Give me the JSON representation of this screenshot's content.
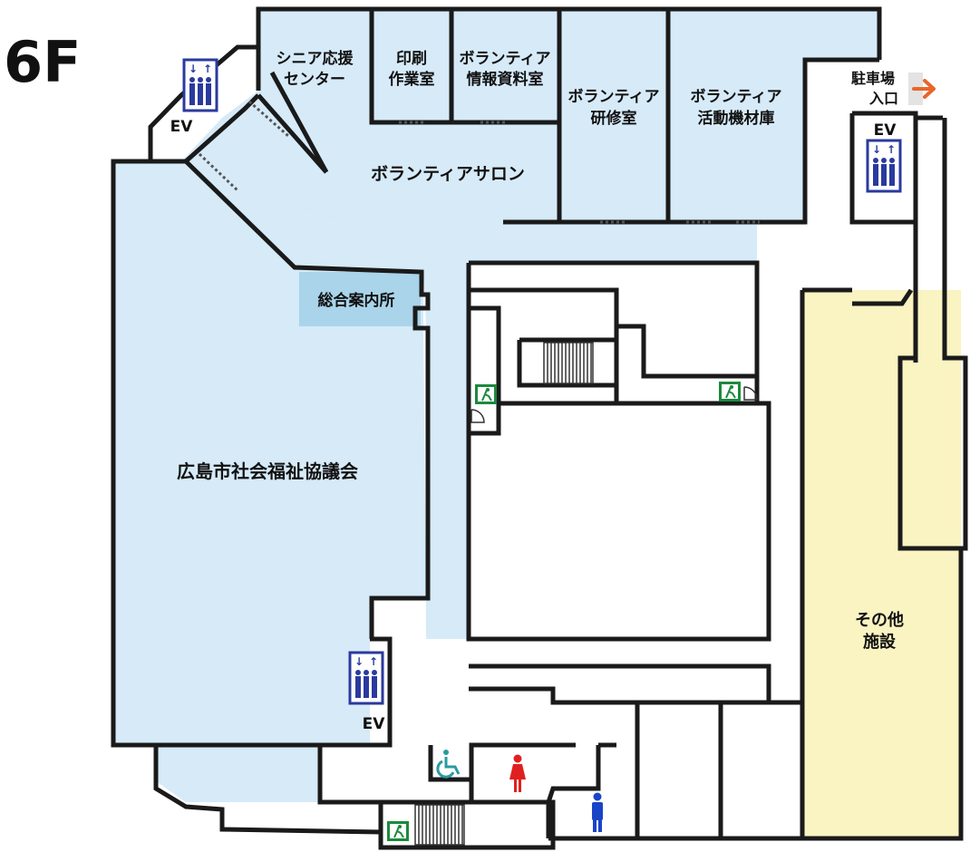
{
  "floor": "6F",
  "rooms": {
    "senior_center": [
      "シニア応援",
      "センター"
    ],
    "print_room": [
      "印刷",
      "作業室"
    ],
    "volunteer_info": [
      "ボランティア",
      "情報資料室"
    ],
    "volunteer_training": [
      "ボランティア",
      "研修室"
    ],
    "volunteer_equipment": [
      "ボランティア",
      "活動機材庫"
    ],
    "volunteer_salon": "ボランティアサロン",
    "info_desk": "総合案内所",
    "social_welfare_council": "広島市社会福祉協議会",
    "other_facilities": [
      "その他",
      "施設"
    ],
    "parking_entrance": [
      "駐車場",
      "入口"
    ]
  },
  "labels": {
    "ev": "EV"
  },
  "colors": {
    "wall": "#1a1a1a",
    "area_blue": "#d6eaf8",
    "info_desk": "#a9d4ea",
    "other_facilities": "#faf3c2",
    "elevator_blue": "#2a3a9e",
    "exit_green": "#1b8a3c",
    "arrow_orange": "#e8662a",
    "restroom_female": "#e02020",
    "restroom_male": "#1a44c8",
    "accessible": "#2a9aa0"
  },
  "icons": [
    "elevator-icon",
    "emergency-exit-icon",
    "restroom-female-icon",
    "restroom-male-icon",
    "accessible-toilet-icon",
    "arrow-right-icon",
    "stairs"
  ]
}
